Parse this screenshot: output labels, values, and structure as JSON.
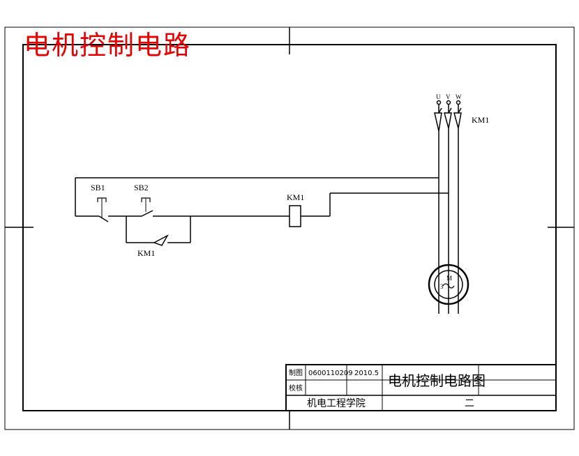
{
  "page_title": "电机控制电路",
  "colors": {
    "title": "#e60000",
    "lines": "#000000"
  },
  "phases": [
    "U",
    "V",
    "W"
  ],
  "labels": {
    "km1_main": "KM1",
    "sb1": "SB1",
    "sb2": "SB2",
    "km1_coil": "KM1",
    "km1_aux": "KM1",
    "motor_m": "M",
    "motor_3": "3"
  },
  "title_block": {
    "drawn_label": "制图",
    "drawn_id": "0600110209",
    "drawn_date": "2010.5",
    "checked_label": "校核",
    "drawing_title": "电机控制电路图",
    "institution": "机电工程学院",
    "sheet": "二"
  }
}
